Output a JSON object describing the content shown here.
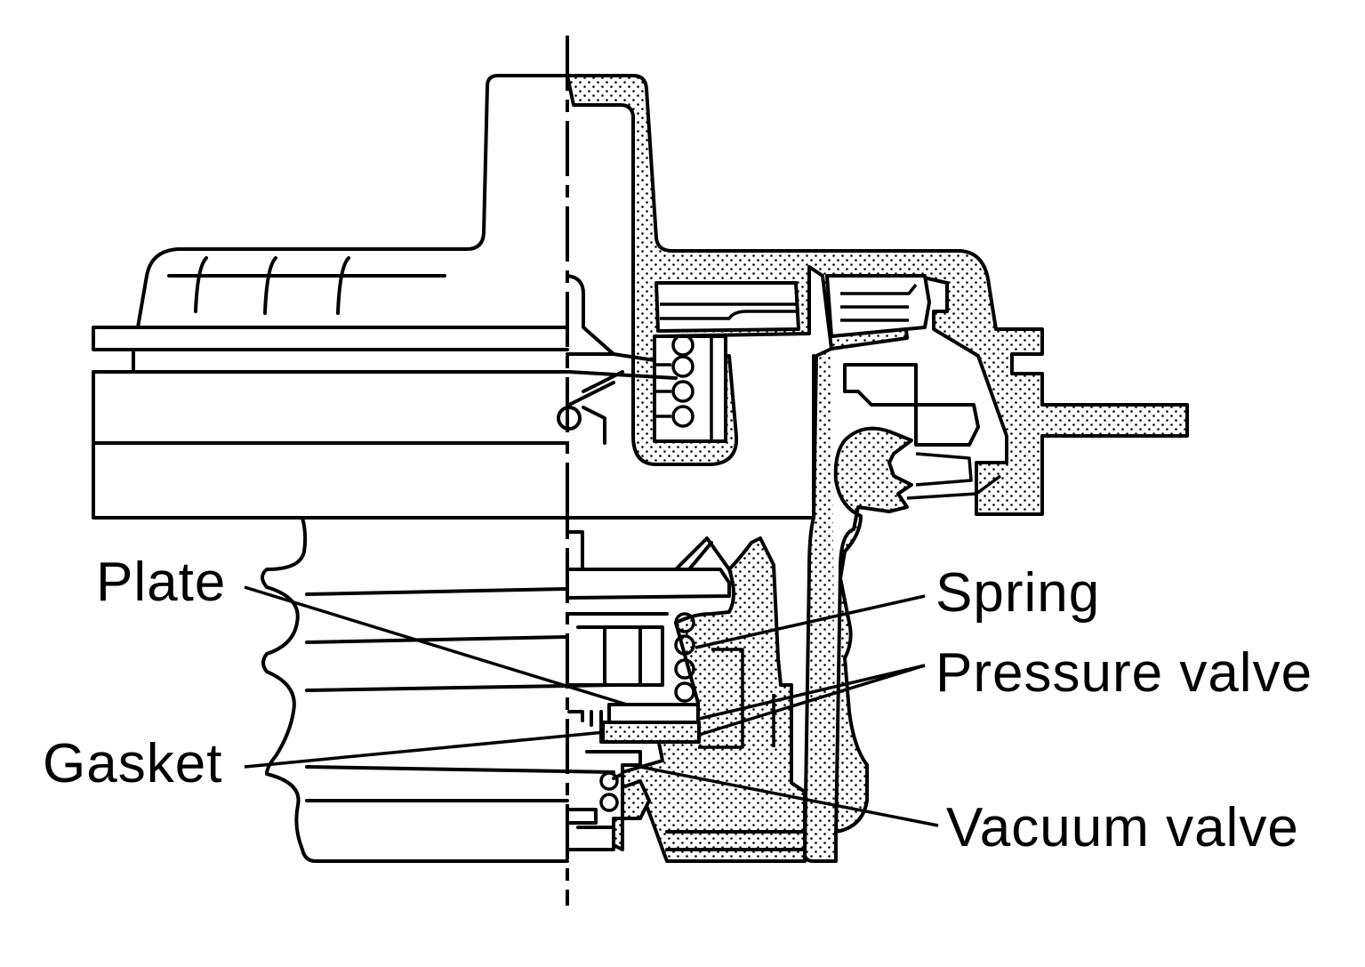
{
  "labels": {
    "plate": "Plate",
    "spring": "Spring",
    "pressure_valve": "Pressure valve",
    "gasket": "Gasket",
    "vacuum_valve": "Vacuum valve"
  },
  "colors": {
    "line": "#000000",
    "background": "#ffffff",
    "stipple": "#000000"
  }
}
